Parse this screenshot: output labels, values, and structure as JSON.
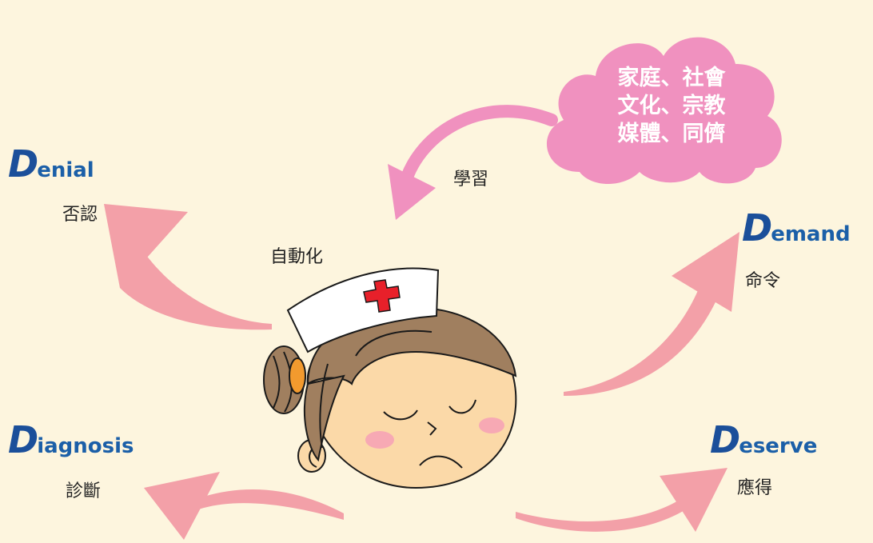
{
  "cloud": {
    "lines": [
      "家庭、社會",
      "文化、宗教",
      "媒體、同儕"
    ]
  },
  "learning_label": "學習",
  "automation_label": "自動化",
  "terms": {
    "denial": {
      "initial": "D",
      "rest": "enial",
      "translation": "否認"
    },
    "demand": {
      "initial": "D",
      "rest": "emand",
      "translation": "命令"
    },
    "diagnosis": {
      "initial": "D",
      "rest": "iagnosis",
      "translation": "診斷"
    },
    "deserve": {
      "initial": "D",
      "rest": "eserve",
      "translation": "應得"
    }
  },
  "colors": {
    "background": "#fdf5de",
    "arrow": "#f3a0a8",
    "cloud": "#f091bf",
    "term": "#1b5fa8",
    "red_cross": "#e8202a"
  }
}
